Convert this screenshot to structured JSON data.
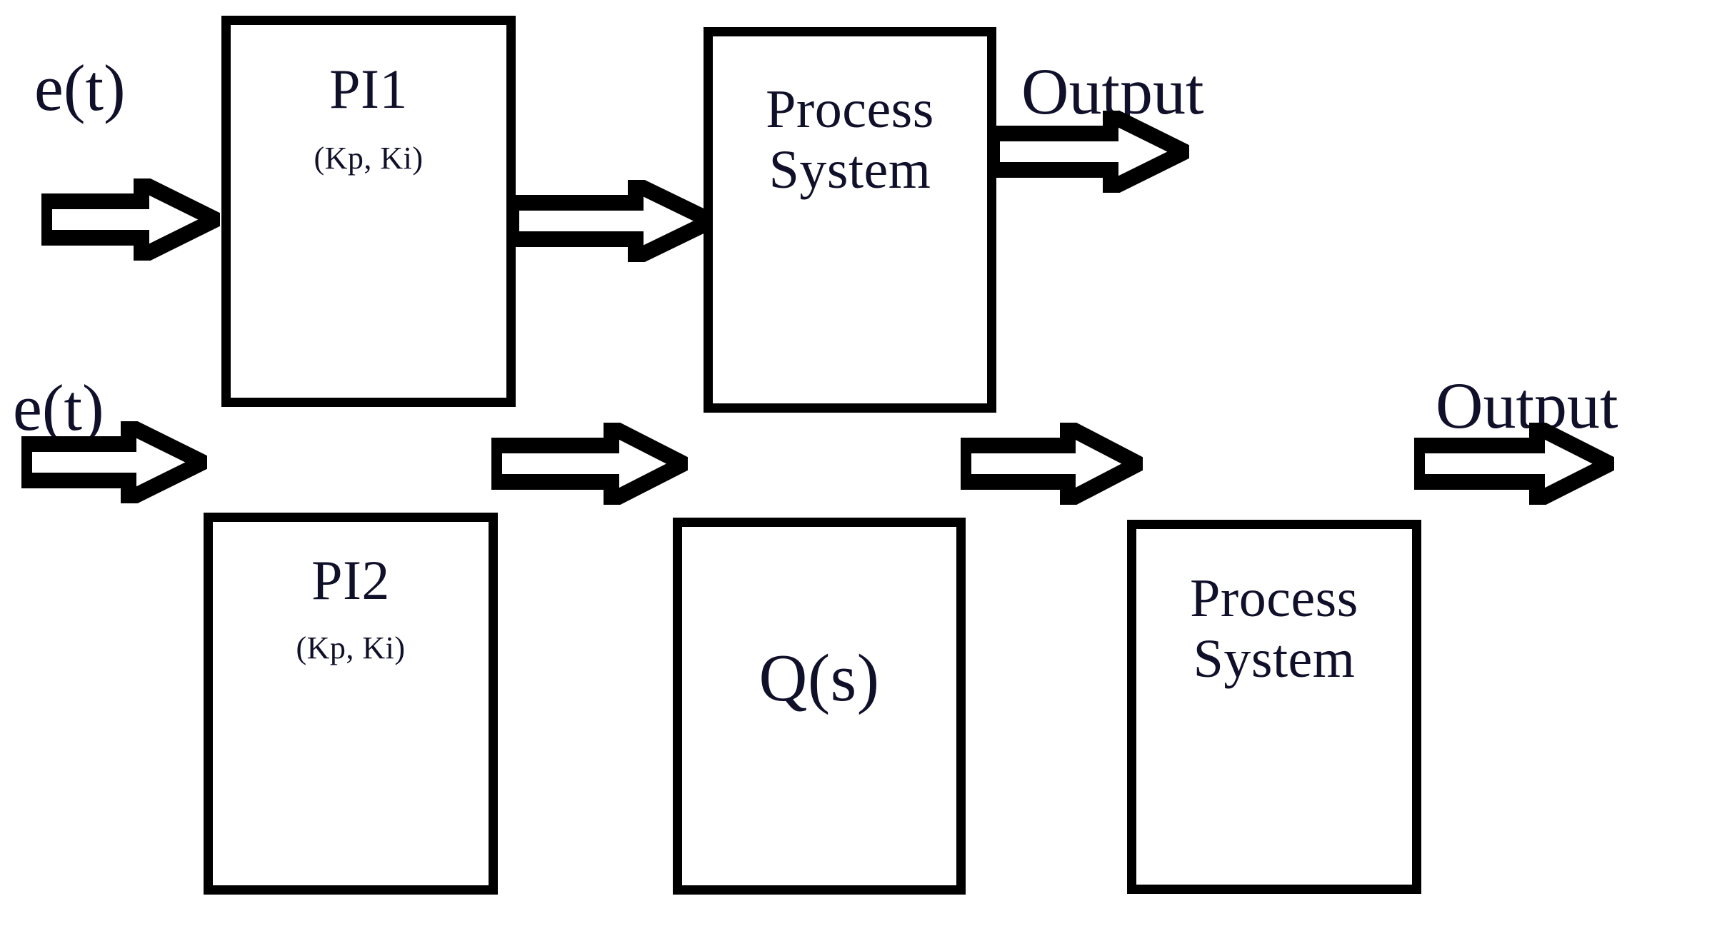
{
  "diagram": {
    "title": "PI control block diagrams",
    "stroke_color": "#000000",
    "text_color": "#10102a",
    "background": "#ffffff",
    "rows": [
      {
        "id": "row-1",
        "input_label": "e(t)",
        "output_label": "Output",
        "blocks": [
          {
            "id": "pi1",
            "main": "PI1",
            "sub": "(Kp, Ki)"
          },
          {
            "id": "process-sys-1",
            "main": "Process\nSystem",
            "sub": ""
          }
        ],
        "arrows": [
          "input-arrow",
          "pi1-to-process-arrow",
          "process-to-output-arrow"
        ]
      },
      {
        "id": "row-2",
        "input_label": "e(t)",
        "output_label": "Output",
        "blocks": [
          {
            "id": "pi2",
            "main": "PI2",
            "sub": "(Kp, Ki)"
          },
          {
            "id": "qs",
            "main": "Q(s)",
            "sub": ""
          },
          {
            "id": "process-sys-2",
            "main": "Process\nSystem",
            "sub": ""
          }
        ],
        "arrows": [
          "input-arrow",
          "pi2-to-qs-arrow",
          "qs-to-process-arrow",
          "process-to-output-arrow"
        ]
      }
    ]
  }
}
